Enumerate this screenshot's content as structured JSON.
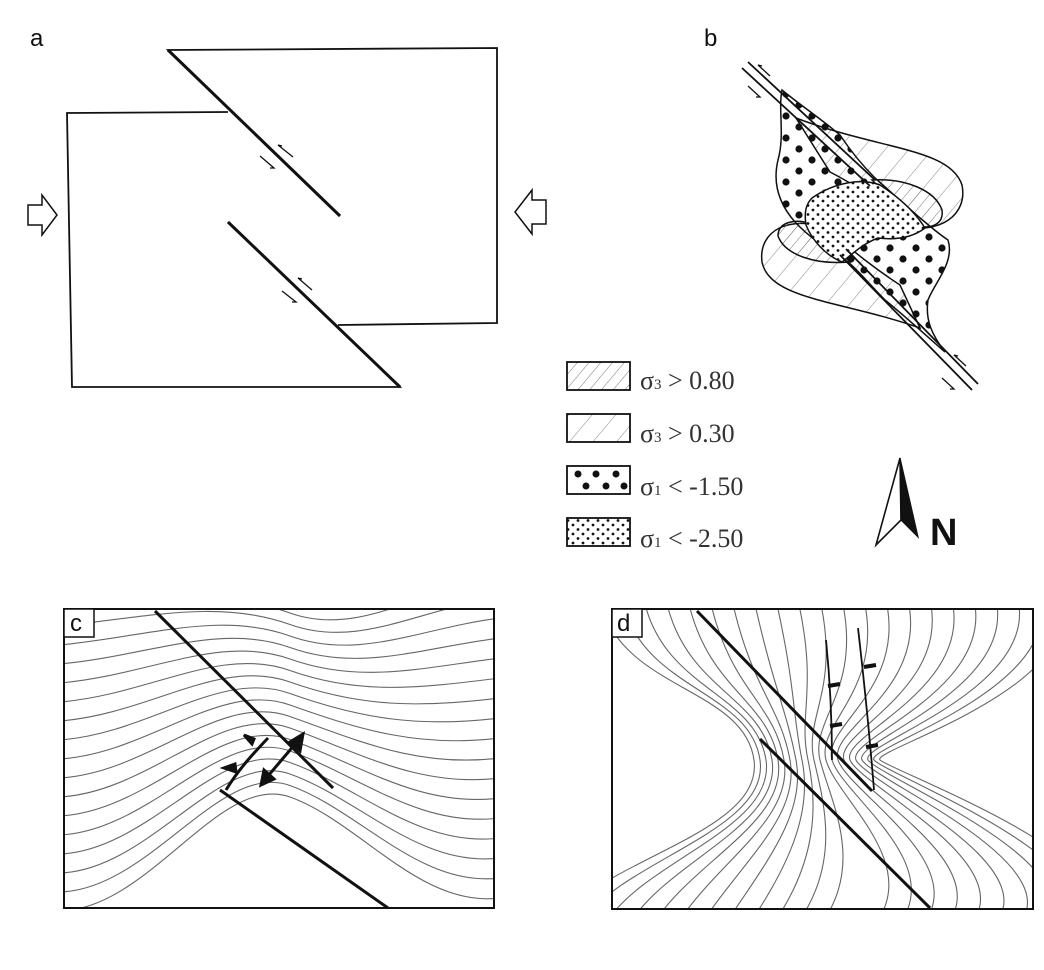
{
  "panels": {
    "a": {
      "label": "a"
    },
    "b": {
      "label": "b"
    },
    "c": {
      "label": "c"
    },
    "d": {
      "label": "d"
    }
  },
  "legend": [
    {
      "symbol": "σ",
      "subscript": "3",
      "text": " > 0.80",
      "pattern": "dense-hatch"
    },
    {
      "symbol": "σ",
      "subscript": "3",
      "text": " > 0.30",
      "pattern": "sparse-hatch"
    },
    {
      "symbol": "σ",
      "subscript": "1",
      "text": " < -1.50",
      "pattern": "big-dots"
    },
    {
      "symbol": "σ",
      "subscript": "1",
      "text": " < -2.50",
      "pattern": "small-dots"
    }
  ],
  "north_label": "N",
  "colors": {
    "ink": "#111111",
    "thin_line": "#555555",
    "hatch": "#777777"
  }
}
